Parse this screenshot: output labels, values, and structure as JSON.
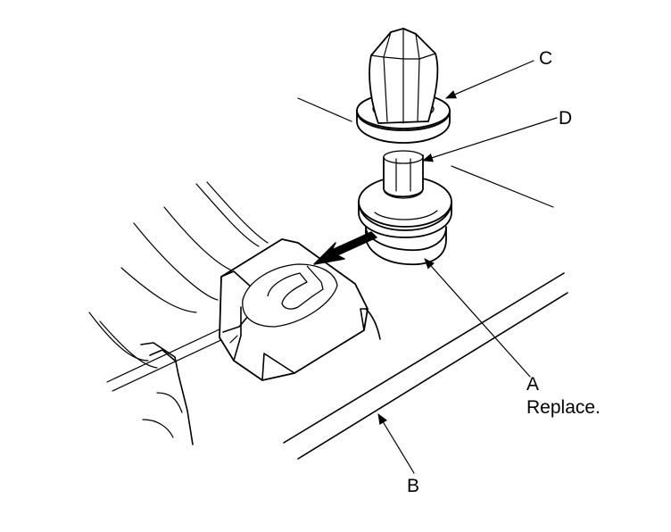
{
  "callouts": {
    "A": "A",
    "A_note": "Replace.",
    "B": "B",
    "C": "C",
    "D": "D"
  }
}
